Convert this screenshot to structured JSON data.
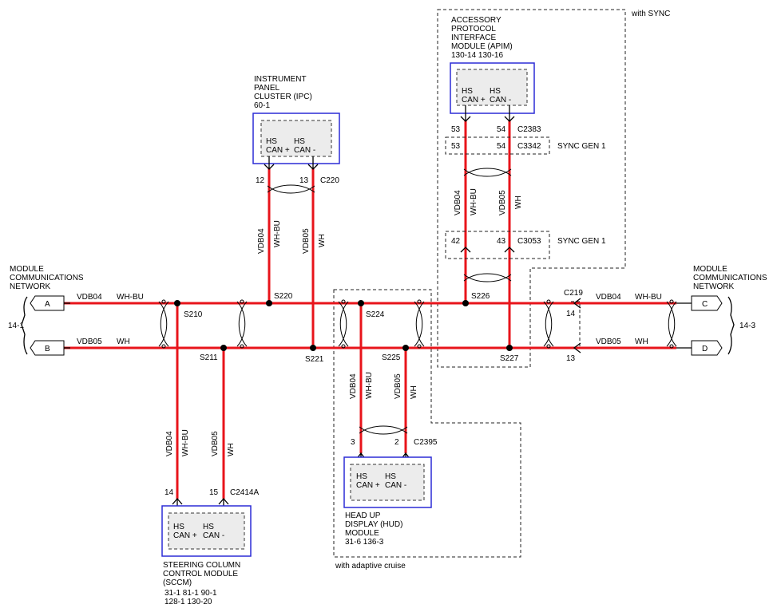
{
  "colors": {
    "wire": "#e8141b",
    "module_border": "#2b2bd6",
    "module_fill": "#ececec"
  },
  "wires": {
    "vdb04": "VDB04",
    "vdb05": "VDB05",
    "wh_bu": "WH-BU",
    "wh": "WH"
  },
  "network": {
    "left_title": [
      "MODULE",
      "COMMUNICATIONS",
      "NETWORK"
    ],
    "right_title": [
      "MODULE",
      "COMMUNICATIONS",
      "NETWORK"
    ],
    "left_ref": "14-1",
    "right_ref": "14-3",
    "terminals": {
      "a": "A",
      "b": "B",
      "c": "C",
      "d": "D"
    }
  },
  "splices": {
    "s210": "S210",
    "s211": "S211",
    "s220": "S220",
    "s221": "S221",
    "s224": "S224",
    "s225": "S225",
    "s226": "S226",
    "s227": "S227"
  },
  "ipc": {
    "title": [
      "INSTRUMENT",
      "PANEL",
      "CLUSTER (IPC)"
    ],
    "ref": "60-1",
    "pin_plus": "HS\nCAN +",
    "pin_minus": "HS\nCAN -",
    "plus_l1": "HS",
    "plus_l2": "CAN +",
    "minus_l1": "HS",
    "minus_l2": "CAN -",
    "connector": "C220",
    "pin_a": "12",
    "pin_b": "13"
  },
  "apim": {
    "title": [
      "ACCESSORY",
      "PROTOCOL",
      "INTERFACE",
      "MODULE (APIM)"
    ],
    "refs": "130-14   130-16",
    "plus_l1": "HS",
    "plus_l2": "CAN +",
    "minus_l1": "HS",
    "minus_l2": "CAN -",
    "connector": "C2383",
    "pin_a": "53",
    "pin_b": "54",
    "inline1": {
      "connector": "C3342",
      "pin_a": "53",
      "pin_b": "54",
      "note": "SYNC GEN 1"
    },
    "inline2": {
      "connector": "C3053",
      "pin_a": "42",
      "pin_b": "43",
      "note": "SYNC GEN 1"
    },
    "option": "with SYNC"
  },
  "c219": {
    "connector": "C219",
    "pin_a": "14",
    "pin_b": "13"
  },
  "hud": {
    "title": [
      "HEAD UP",
      "DISPLAY (HUD)",
      "MODULE"
    ],
    "refs": "31-6    136-3",
    "plus_l1": "HS",
    "plus_l2": "CAN +",
    "minus_l1": "HS",
    "minus_l2": "CAN -",
    "connector": "C2395",
    "pin_a": "3",
    "pin_b": "2",
    "option": "with adaptive cruise"
  },
  "sccm": {
    "title": [
      "STEERING COLUMN",
      "CONTROL MODULE",
      "(SCCM)"
    ],
    "refs1": "31-1    81-1      90-1",
    "refs2": "128-1   130-20",
    "plus_l1": "HS",
    "plus_l2": "CAN +",
    "minus_l1": "HS",
    "minus_l2": "CAN -",
    "connector": "C2414A",
    "pin_a": "14",
    "pin_b": "15"
  }
}
